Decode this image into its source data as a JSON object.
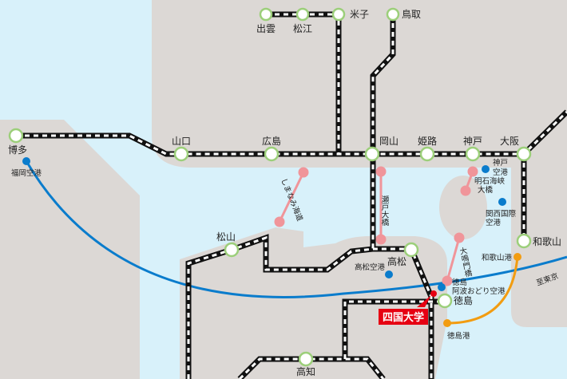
{
  "colors": {
    "sea": "#d8f1fa",
    "land": "#dcd8d5",
    "rail": "#111111",
    "bridge": "#f0959a",
    "air": "#0a7ccc",
    "ferry": "#f29c11",
    "university": "#e60012",
    "station_ring": "#9ccf7a"
  },
  "stations": {
    "izumo": "出雲",
    "matsue": "松江",
    "yonago": "米子",
    "tottori": "鳥取",
    "hakata": "博多",
    "yamaguchi": "山口",
    "hiroshima": "広島",
    "okayama": "岡山",
    "himeji": "姫路",
    "kobe": "神戸",
    "osaka": "大阪",
    "wakayama": "和歌山",
    "matsuyama": "松山",
    "takamatsu": "高松",
    "tokushima": "徳島",
    "kochi": "高知"
  },
  "airports": {
    "fukuoka": "福岡空港",
    "kobe_1": "神戸",
    "kobe_2": "空港",
    "kansai_1": "関西国際",
    "kansai_2": "空港",
    "takamatsu": "高松空港",
    "tokushima_1": "徳島",
    "tokushima_2": "阿波おどり空港"
  },
  "ports": {
    "wakayama": "和歌山港",
    "tokushima": "徳島港"
  },
  "bridges": {
    "shimanami": "しまなみ海道",
    "seto": "瀬戸大橋",
    "akashi_1": "明石海峡",
    "akashi_2": "大橋",
    "naruto": "大鳴門橋"
  },
  "to_tokyo": "至東京",
  "university": "四国大学"
}
